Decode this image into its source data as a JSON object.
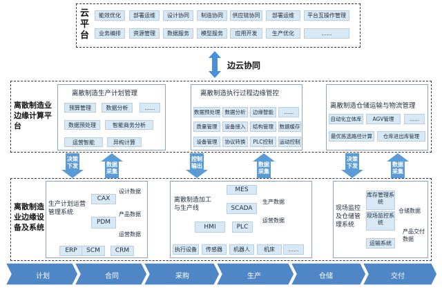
{
  "cloud": {
    "title": "云平台",
    "row1": [
      "能效优化",
      "部署运维",
      "设计协同",
      "制造协同",
      "供应链协同",
      "部署运维",
      "平台互操作管理"
    ],
    "row2": [
      "业务编排",
      "资源管理",
      "数据服务",
      "模型服务",
      "应用开发",
      "生产优化",
      "......"
    ]
  },
  "edge_cloud": "边云协同",
  "edge_platform": {
    "title": "离散制造业边缘计算平台",
    "prod_plan": {
      "title": "离散制造生产计划管理",
      "items": [
        "预算管理",
        "数据分析",
        "......",
        "数据预处理",
        "智能商务分析",
        "运营智能",
        "异构计算"
      ]
    },
    "exec": {
      "title": "离散制造执行过程边缘管控",
      "items": [
        "数据预处理",
        "数据分析",
        "边缘智能",
        "......",
        "质量管理",
        "设备接入",
        "结构管理",
        "数据缓存",
        "设备管理",
        "协议转换",
        "PLC控制",
        "运动控制"
      ]
    },
    "warehouse": {
      "title": "离散制造仓储运输与物流管理",
      "items": [
        "自动化立体库",
        "AGV管理",
        "......",
        "最优拣选路径计算",
        "仓库进出库管理"
      ]
    }
  },
  "arrows": {
    "decide": "决策下发",
    "collect": "数据采集",
    "control": "控制输出"
  },
  "devices": {
    "title": "离散制造业边缘设备及系统",
    "left": {
      "title": "生产计划运营管理系统",
      "cax": "CAX",
      "pdm": "PDM",
      "d1": "设计数据",
      "d2": "产品数据",
      "d3": "运营数据",
      "bottom": [
        "ERP",
        "SCM",
        "CRM"
      ]
    },
    "middle": {
      "title": "离散制造加工与生产线",
      "mes": "MES",
      "scada": "SCADA",
      "hmi": "HMI",
      "plc": "PLC",
      "d1": "生产数据",
      "d2": "运营数据",
      "bottom": [
        "执行设备",
        "传感器",
        "机器人",
        "机床",
        "......"
      ]
    },
    "right": {
      "title": "现场监控及仓储管理系统",
      "items": [
        "库存管理系统",
        "现场监控系统",
        "运输系统"
      ],
      "d1": "仓储数据",
      "d2": "产品交付数据"
    }
  },
  "flow": [
    "计划",
    "合同",
    "采购",
    "生产",
    "仓储",
    "交付"
  ]
}
